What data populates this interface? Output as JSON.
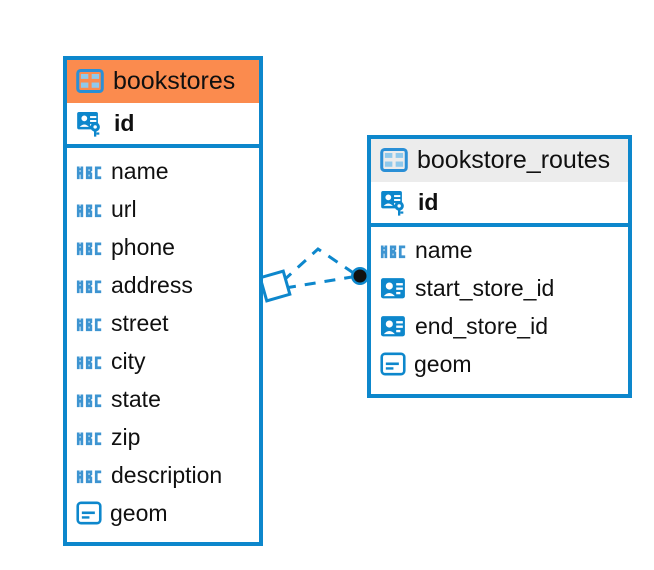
{
  "diagram": {
    "type": "entity-relationship-diagram",
    "colors": {
      "accent_blue": "#0d87cc",
      "header_orange": "#fb8b4e",
      "header_gray": "#ececec",
      "text": "#101010",
      "connector": "#0d87cc",
      "connector_dot": "#111111"
    },
    "entities": [
      {
        "id": "bookstores",
        "name": "bookstores",
        "header_icon": "table-icon",
        "header_style": "accent-orange",
        "primary_key": {
          "name": "id",
          "icon": "primary-key-icon"
        },
        "fields": [
          {
            "name": "name",
            "icon": "abc-text-icon"
          },
          {
            "name": "url",
            "icon": "abc-text-icon"
          },
          {
            "name": "phone",
            "icon": "abc-text-icon"
          },
          {
            "name": "address",
            "icon": "abc-text-icon"
          },
          {
            "name": "street",
            "icon": "abc-text-icon"
          },
          {
            "name": "city",
            "icon": "abc-text-icon"
          },
          {
            "name": "state",
            "icon": "abc-text-icon"
          },
          {
            "name": "zip",
            "icon": "abc-text-icon"
          },
          {
            "name": "description",
            "icon": "abc-text-icon"
          },
          {
            "name": "geom",
            "icon": "geometry-icon"
          }
        ]
      },
      {
        "id": "bookstore_routes",
        "name": "bookstore_routes",
        "header_icon": "table-icon",
        "header_style": "accent-gray",
        "primary_key": {
          "name": "id",
          "icon": "primary-key-icon"
        },
        "fields": [
          {
            "name": "name",
            "icon": "abc-text-icon"
          },
          {
            "name": "start_store_id",
            "icon": "foreign-key-icon"
          },
          {
            "name": "end_store_id",
            "icon": "foreign-key-icon"
          },
          {
            "name": "geom",
            "icon": "geometry-icon"
          }
        ]
      }
    ],
    "relationship": {
      "from_entity": "bookstores",
      "to_entity": "bookstore_routes",
      "from_marker": "diamond",
      "to_marker": "filled-circle",
      "line_style": "dashed"
    }
  }
}
